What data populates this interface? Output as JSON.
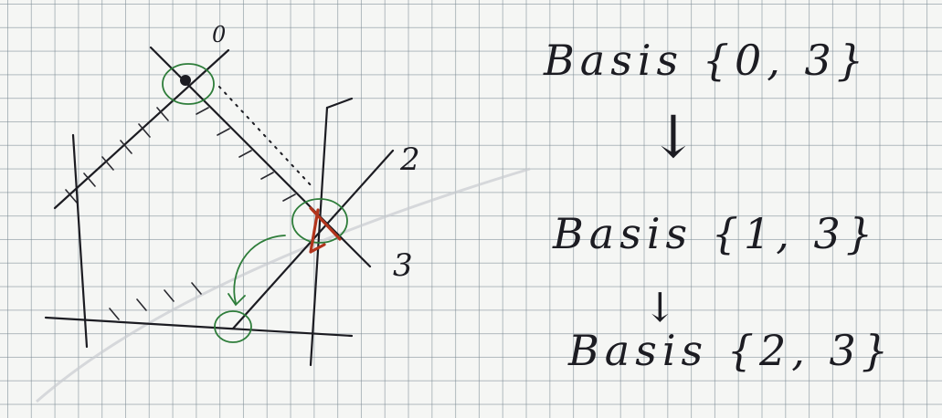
{
  "diagram": {
    "line_labels": {
      "line_0": "0",
      "line_2": "2",
      "line_3": "3"
    },
    "basis_steps": [
      "Basis {0, 3}",
      "Basis {1, 3}",
      "Basis {2, 3}"
    ],
    "arrow_symbol": "↓",
    "colors": {
      "ink": "#1c1c22",
      "green_marker": "#2e7d3a",
      "red_marker": "#b2341c",
      "grid": "#78878f"
    }
  }
}
